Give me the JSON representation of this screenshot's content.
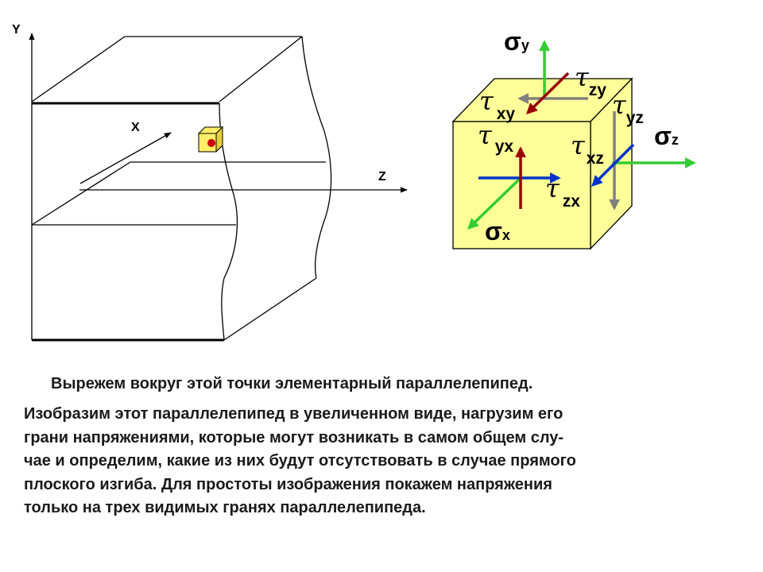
{
  "beam": {
    "axis_y": "Y",
    "axis_x": "X",
    "axis_z": "Z"
  },
  "element": {
    "sigma_y": {
      "base": "σ",
      "sub": "y"
    },
    "sigma_z": {
      "base": "σ",
      "sub": "z"
    },
    "sigma_x": {
      "base": "σ",
      "sub": "x"
    },
    "tau_zy": {
      "base": "τ",
      "sub": "zy"
    },
    "tau_xy": {
      "base": "τ",
      "sub": "xy"
    },
    "tau_yz": {
      "base": "τ",
      "sub": "yz"
    },
    "tau_yx": {
      "base": "τ",
      "sub": "yx"
    },
    "tau_xz": {
      "base": "τ",
      "sub": "xz"
    },
    "tau_zx": {
      "base": "τ",
      "sub": "zx"
    }
  },
  "colors": {
    "cube_face": "#ffff99",
    "green_arrow": "#33cc33",
    "red_arrow": "#990000",
    "blue_arrow": "#0033cc",
    "grey_arrow": "#808080",
    "point": "#cc0000",
    "small_cube": "#ffee66"
  },
  "caption": {
    "line1": "Вырежем вокруг этой точки элементарный параллелепипед.",
    "lines": [
      "Изобразим этот параллелепипед в увеличенном виде, нагрузим его",
      "грани напряжениями, которые могут возникать в самом общем слу-",
      "чае и определим, какие из них будут отсутствовать в случае прямого",
      "плоского изгиба. Для простоты изображения покажем напряжения",
      "только на трех видимых гранях параллелепипеда."
    ]
  }
}
